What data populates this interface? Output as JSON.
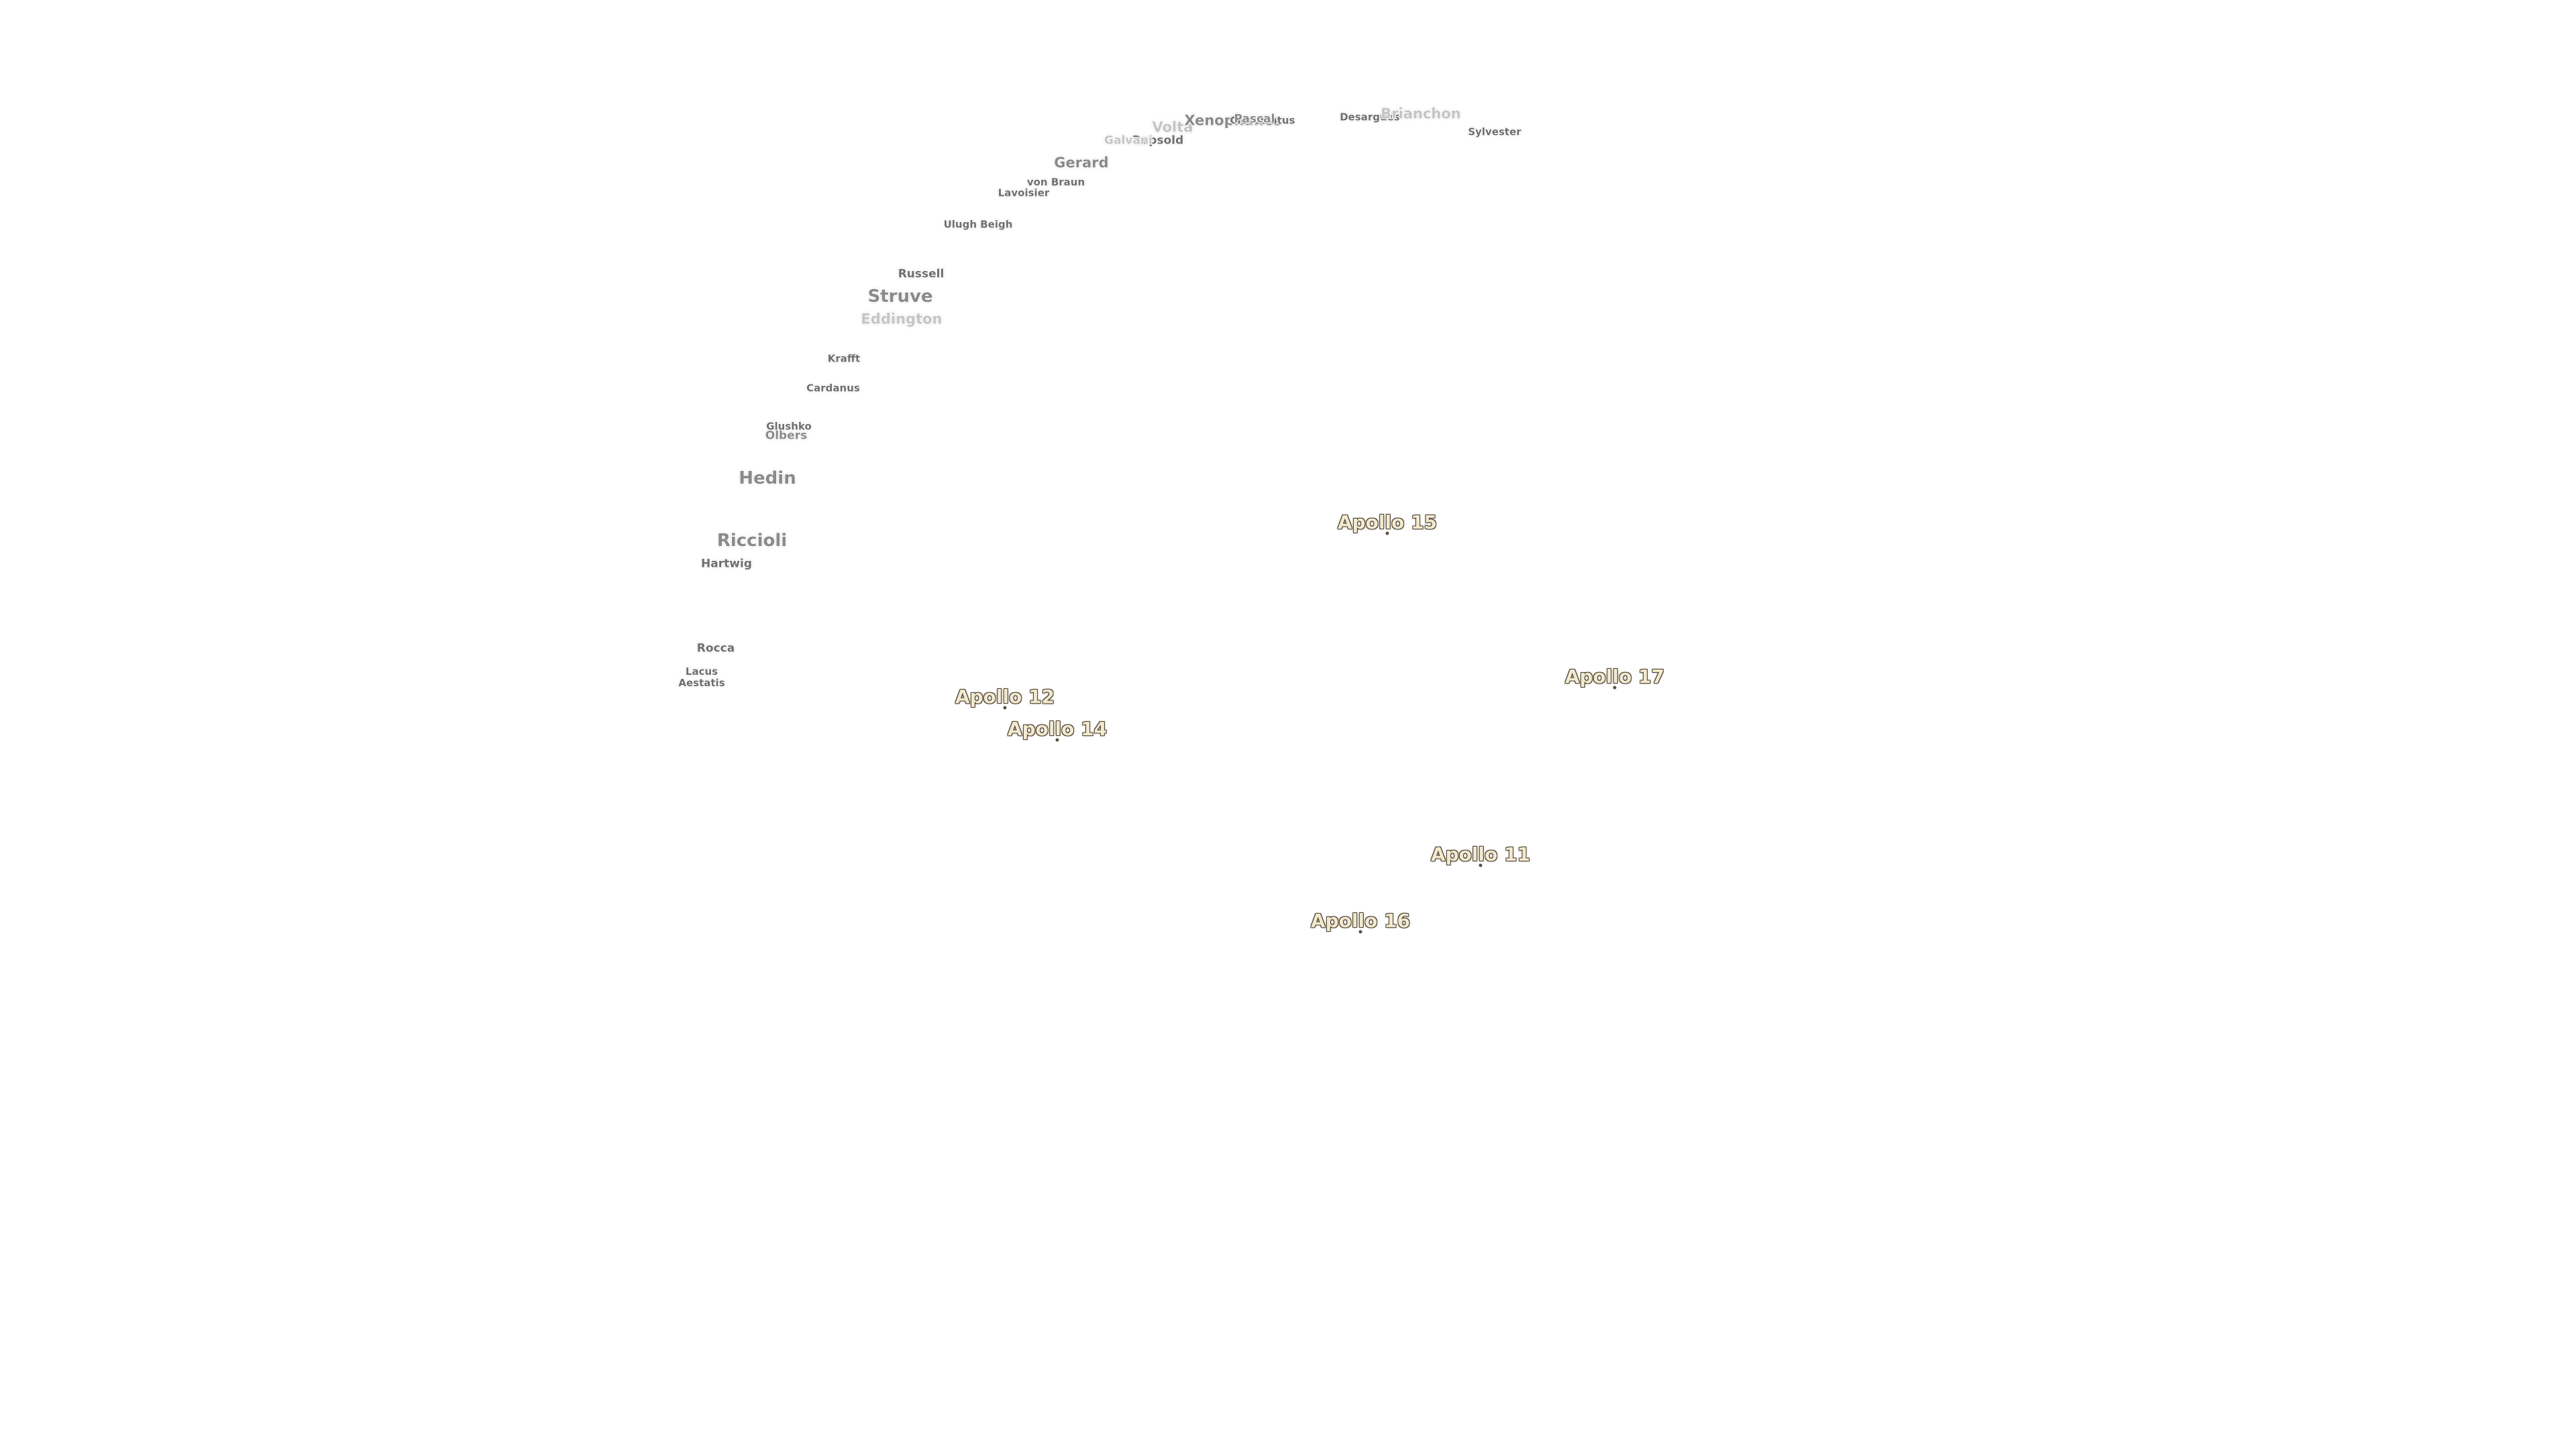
{
  "map": {
    "craters": [
      {
        "id": "volta",
        "name": "Volta",
        "size": "md",
        "tone": "faint"
      },
      {
        "id": "xenophanes",
        "name": "Xenophanes",
        "size": "md",
        "tone": "normal"
      },
      {
        "id": "cleostratus",
        "name": "Cleostratus",
        "size": "xs",
        "tone": "dark"
      },
      {
        "id": "desargues",
        "name": "Desargues",
        "size": "xs",
        "tone": "dark"
      },
      {
        "id": "pascal",
        "name": "Pascal",
        "size": "sm",
        "tone": "normal"
      },
      {
        "id": "brianchon",
        "name": "Brianchon",
        "size": "md",
        "tone": "faint"
      },
      {
        "id": "sylvester",
        "name": "Sylvester",
        "size": "xs",
        "tone": "dark"
      },
      {
        "id": "repsold",
        "name": "Repsold",
        "size": "sm",
        "tone": "dark"
      },
      {
        "id": "galvani",
        "name": "Galvani",
        "size": "sm",
        "tone": "faint"
      },
      {
        "id": "gerard",
        "name": "Gerard",
        "size": "md",
        "tone": "normal"
      },
      {
        "id": "von-braun",
        "name": "von Braun",
        "size": "xs",
        "tone": "dark"
      },
      {
        "id": "lavoisier",
        "name": "Lavoisier",
        "size": "xs",
        "tone": "dark"
      },
      {
        "id": "ulugh-beigh",
        "name": "Ulugh Beigh",
        "size": "xs",
        "tone": "dark"
      },
      {
        "id": "russell",
        "name": "Russell",
        "size": "sm",
        "tone": "dark"
      },
      {
        "id": "struve",
        "name": "Struve",
        "size": "lg",
        "tone": "normal"
      },
      {
        "id": "eddington",
        "name": "Eddington",
        "size": "md",
        "tone": "faint"
      },
      {
        "id": "krafft",
        "name": "Krafft",
        "size": "xs",
        "tone": "dark"
      },
      {
        "id": "cardanus",
        "name": "Cardanus",
        "size": "xs",
        "tone": "dark"
      },
      {
        "id": "glushko",
        "name": "Glushko",
        "size": "xs",
        "tone": "dark"
      },
      {
        "id": "olbers",
        "name": "Olbers",
        "size": "sm",
        "tone": "normal"
      },
      {
        "id": "hedin",
        "name": "Hedin",
        "size": "lg",
        "tone": "normal"
      },
      {
        "id": "riccioli",
        "name": "Riccioli",
        "size": "lg",
        "tone": "normal"
      },
      {
        "id": "hartwig",
        "name": "Hartwig",
        "size": "sm",
        "tone": "dark"
      },
      {
        "id": "rocca",
        "name": "Rocca",
        "size": "sm",
        "tone": "dark"
      },
      {
        "id": "lacus-aestatis",
        "name": "Lacus",
        "name2": "Aestatis",
        "size": "xs",
        "tone": "dark"
      }
    ],
    "landing_sites": [
      {
        "id": "apollo-15",
        "name": "Apollo 15"
      },
      {
        "id": "apollo-17",
        "name": "Apollo 17"
      },
      {
        "id": "apollo-12",
        "name": "Apollo 12"
      },
      {
        "id": "apollo-14",
        "name": "Apollo 14"
      },
      {
        "id": "apollo-11",
        "name": "Apollo 11"
      },
      {
        "id": "apollo-16",
        "name": "Apollo 16"
      }
    ]
  }
}
